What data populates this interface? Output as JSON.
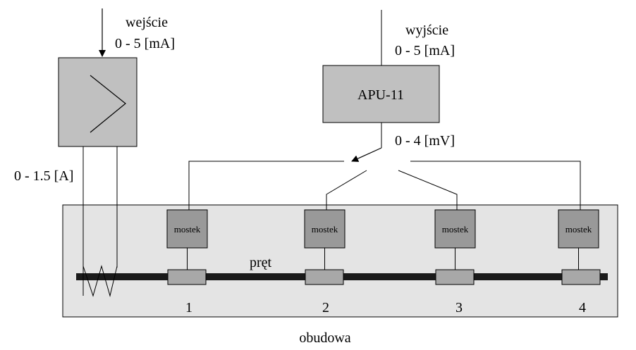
{
  "amplifier": {
    "input_label": "wejście",
    "input_range": "0 - 5 [mA]",
    "current_label": "0 - 1.5 [A]"
  },
  "apu": {
    "title": "APU-11",
    "output_label": "wyjście",
    "output_range": "0 - 5 [mA]",
    "input_range": "0 - 4 [mV]"
  },
  "housing": {
    "label": "obudowa",
    "rod_label": "pręt",
    "bridges": [
      {
        "label": "mostek",
        "number": "1"
      },
      {
        "label": "mostek",
        "number": "2"
      },
      {
        "label": "mostek",
        "number": "3"
      },
      {
        "label": "mostek",
        "number": "4"
      }
    ]
  }
}
